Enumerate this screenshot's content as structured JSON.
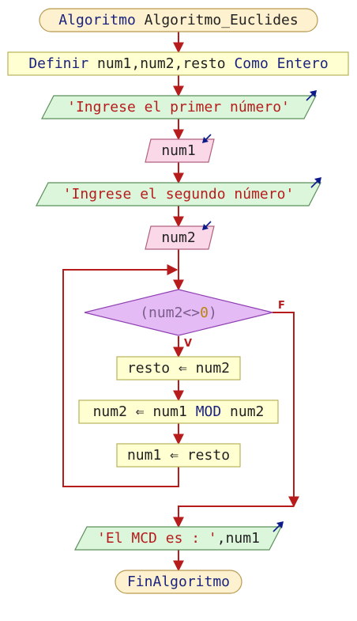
{
  "colors": {
    "terminal_fill": "#fdf1cf",
    "terminal_stroke": "#b89a52",
    "process_fill": "#ffffd2",
    "process_stroke": "#b8b25a",
    "output_fill": "#dcf6dc",
    "output_stroke": "#5a8f5a",
    "input_fill": "#fbd8e8",
    "input_stroke": "#b0607e",
    "decision_fill": "#e4bbf5",
    "decision_stroke": "#8f3fb2",
    "flow": "#b71c1c",
    "io_arrow": "#0d1b8a"
  },
  "start": {
    "keyword": "Algoritmo",
    "name": "Algoritmo_Euclides"
  },
  "define": {
    "keyword": "Definir",
    "vars": "num1,num2,resto",
    "como": "Como",
    "type": "Entero"
  },
  "prompt1": {
    "text": "'Ingrese el primer número'"
  },
  "read1": {
    "var": "num1"
  },
  "prompt2": {
    "text": "'Ingrese el segundo número'"
  },
  "read2": {
    "var": "num2"
  },
  "loop": {
    "cond_open": "(num2",
    "cond_op": "<>",
    "cond_value": "0",
    "cond_close": ")",
    "true_label": "V",
    "false_label": "F"
  },
  "step1": {
    "target": "resto",
    "arrow": "⇐",
    "expr": "num2"
  },
  "step2": {
    "target": "num2",
    "arrow": "⇐",
    "left": "num1",
    "op": "MOD",
    "right": "num2"
  },
  "step3": {
    "target": "num1",
    "arrow": "⇐",
    "expr": "resto"
  },
  "output": {
    "text": "'El MCD es : '",
    "sep": ",",
    "var": "num1"
  },
  "end": {
    "keyword": "FinAlgoritmo"
  }
}
